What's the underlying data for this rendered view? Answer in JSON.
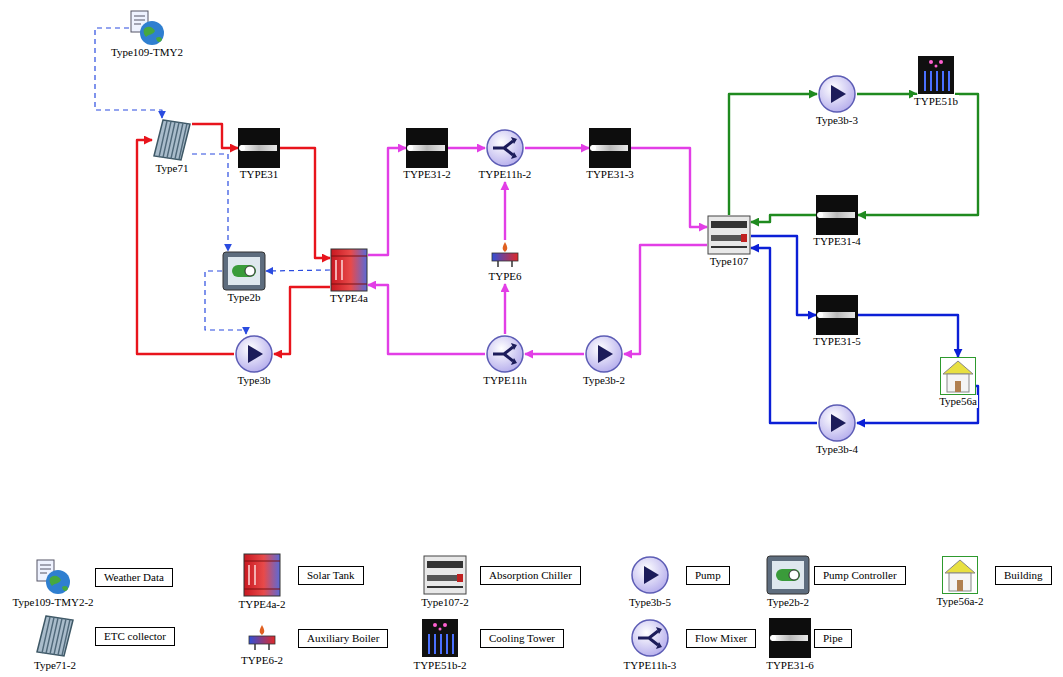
{
  "diagram": {
    "nodes": [
      {
        "text": [
          "Type109-TMY2"
        ]
      },
      {
        "text": [
          "Type71"
        ]
      },
      {
        "text": [
          "TYPE31"
        ]
      },
      {
        "text": [
          "Type2b"
        ]
      },
      {
        "text": [
          "TYPE4a"
        ]
      },
      {
        "text": [
          "Type3b"
        ]
      },
      {
        "text": [
          "TYPE31-2"
        ]
      },
      {
        "text": [
          "TYPE11h-2"
        ]
      },
      {
        "text": [
          "TYPE6"
        ]
      },
      {
        "text": [
          "TYPE31-3"
        ]
      },
      {
        "text": [
          "TYPE11h"
        ]
      },
      {
        "text": [
          "Type3b-2"
        ]
      },
      {
        "text": [
          "Type107"
        ]
      },
      {
        "text": [
          "Type3b-3"
        ]
      },
      {
        "text": [
          "TYPE51b"
        ]
      },
      {
        "text": [
          "TYPE31-4"
        ]
      },
      {
        "text": [
          "TYPE31-5"
        ]
      },
      {
        "text": [
          "Type56a"
        ]
      },
      {
        "text": [
          "Type3b-4"
        ]
      }
    ],
    "edges": [
      {
        "from": 0,
        "to": 1,
        "arrow": "to"
      },
      {
        "from": 1,
        "to": 2,
        "arrow": "to"
      },
      {
        "from": 2,
        "to": 4,
        "arrow": "to"
      },
      {
        "from": 4,
        "to": 5,
        "arrow": "to"
      },
      {
        "from": 5,
        "to": 1,
        "arrow": "to"
      },
      {
        "from": 1,
        "to": 3,
        "arrow": "to"
      },
      {
        "from": 4,
        "to": 3,
        "arrow": "to"
      },
      {
        "from": 3,
        "to": 5,
        "arrow": "to"
      },
      {
        "from": 4,
        "to": 6,
        "arrow": "to"
      },
      {
        "from": 6,
        "to": 7,
        "arrow": "to"
      },
      {
        "from": 7,
        "to": 9,
        "arrow": "to"
      },
      {
        "from": 9,
        "to": 12,
        "arrow": "to"
      },
      {
        "from": 12,
        "to": 11,
        "arrow": "to"
      },
      {
        "from": 11,
        "to": 10,
        "arrow": "to"
      },
      {
        "from": 10,
        "to": 4,
        "arrow": "to"
      },
      {
        "from": 10,
        "to": 8,
        "arrow": "to"
      },
      {
        "from": 8,
        "to": 7,
        "arrow": "to"
      },
      {
        "from": 12,
        "to": 13,
        "arrow": "to"
      },
      {
        "from": 13,
        "to": 14,
        "arrow": "to"
      },
      {
        "from": 14,
        "to": 15,
        "arrow": "to"
      },
      {
        "from": 15,
        "to": 12,
        "arrow": "to"
      },
      {
        "from": 12,
        "to": 16,
        "arrow": "to"
      },
      {
        "from": 16,
        "to": 17,
        "arrow": "to"
      },
      {
        "from": 17,
        "to": 18,
        "arrow": "to"
      },
      {
        "from": 18,
        "to": 12,
        "arrow": "to"
      }
    ],
    "labels": [
      "Type109-TMY2-2",
      "TYPE4a-2",
      "Type107-2",
      "Type3b-5",
      "Type2b-2",
      "Type56a-2",
      "Type71-2",
      "TYPE6-2",
      "TYPE51b-2",
      "TYPE11h-3",
      "TYPE31-6"
    ],
    "legend": [
      {
        "text": "Weather Data"
      },
      {
        "text": "Solar Tank"
      },
      {
        "text": "Absorption Chiller"
      },
      {
        "text": "Pump"
      },
      {
        "text": "Pump Controller"
      },
      {
        "text": "Building"
      },
      {
        "text": "ETC collector"
      },
      {
        "text": "Auxiliary Boiler"
      },
      {
        "text": "Cooling Tower"
      },
      {
        "text": "Flow Mixer"
      },
      {
        "text": "Pipe"
      }
    ]
  }
}
